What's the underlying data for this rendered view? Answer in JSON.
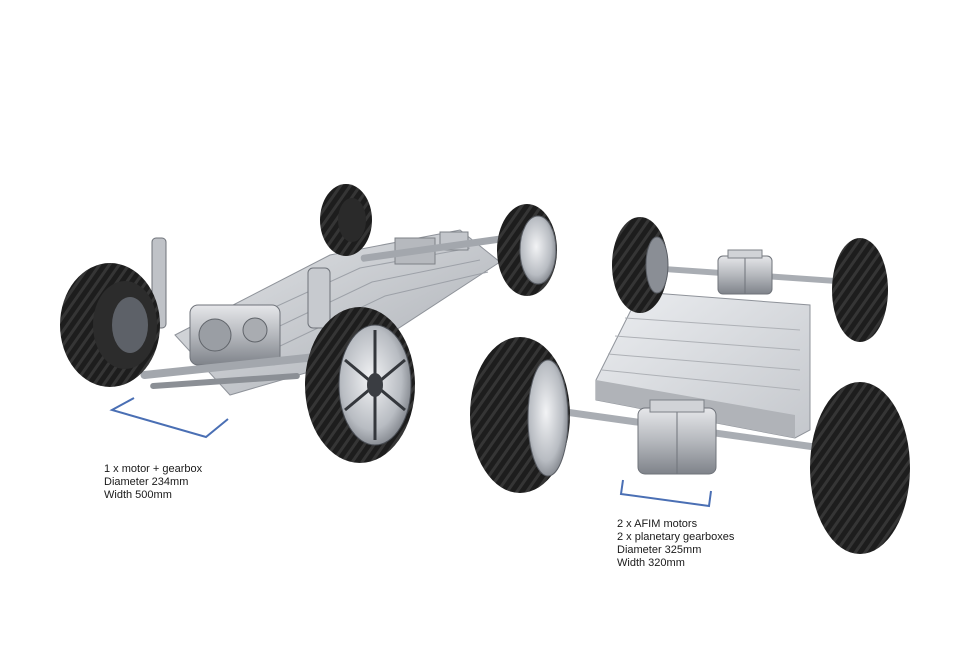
{
  "colors": {
    "bracket": "#4a6fb4",
    "tire": "#1c1c1c",
    "tire_tread": "#3a3a3a",
    "rim": "#cfd2d6",
    "chassis": "#c9ccd0",
    "battery": "#dcdee2",
    "motor": "#b9bcc1"
  },
  "left_car": {
    "caption": {
      "line1": "1 x motor + gearbox",
      "line2": "Diameter 234mm",
      "line3": "Width 500mm"
    }
  },
  "right_car": {
    "caption": {
      "line1": "2 x AFIM motors",
      "line2": "2 x planetary gearboxes",
      "line3": "Diameter 325mm",
      "line4": "Width 320mm"
    }
  }
}
